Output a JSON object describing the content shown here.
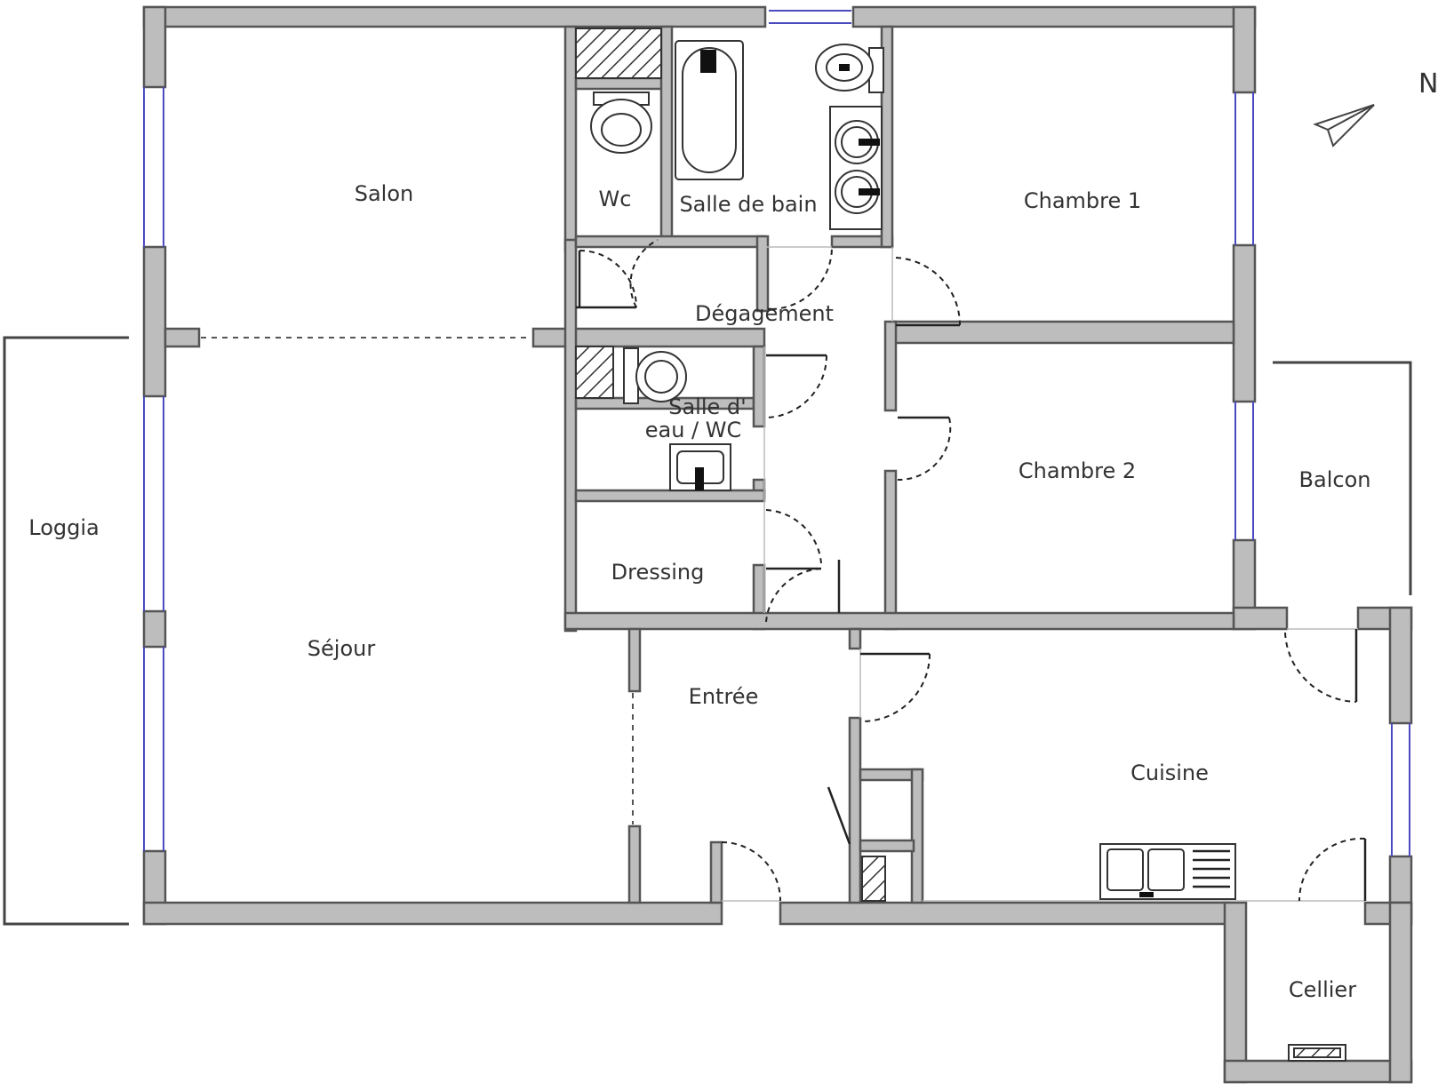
{
  "compass": {
    "label": "N"
  },
  "rooms": {
    "salon": "Salon",
    "wc": "Wc",
    "salle_de_bain": "Salle de bain",
    "chambre1": "Chambre 1",
    "degagement": "Dégagement",
    "salle_eau_line1": "Salle d'",
    "salle_eau_line2": "eau / WC",
    "chambre2": "Chambre 2",
    "balcon": "Balcon",
    "loggia": "Loggia",
    "dressing": "Dressing",
    "sejour": "Séjour",
    "entree": "Entrée",
    "cuisine": "Cuisine",
    "cellier": "Cellier"
  }
}
